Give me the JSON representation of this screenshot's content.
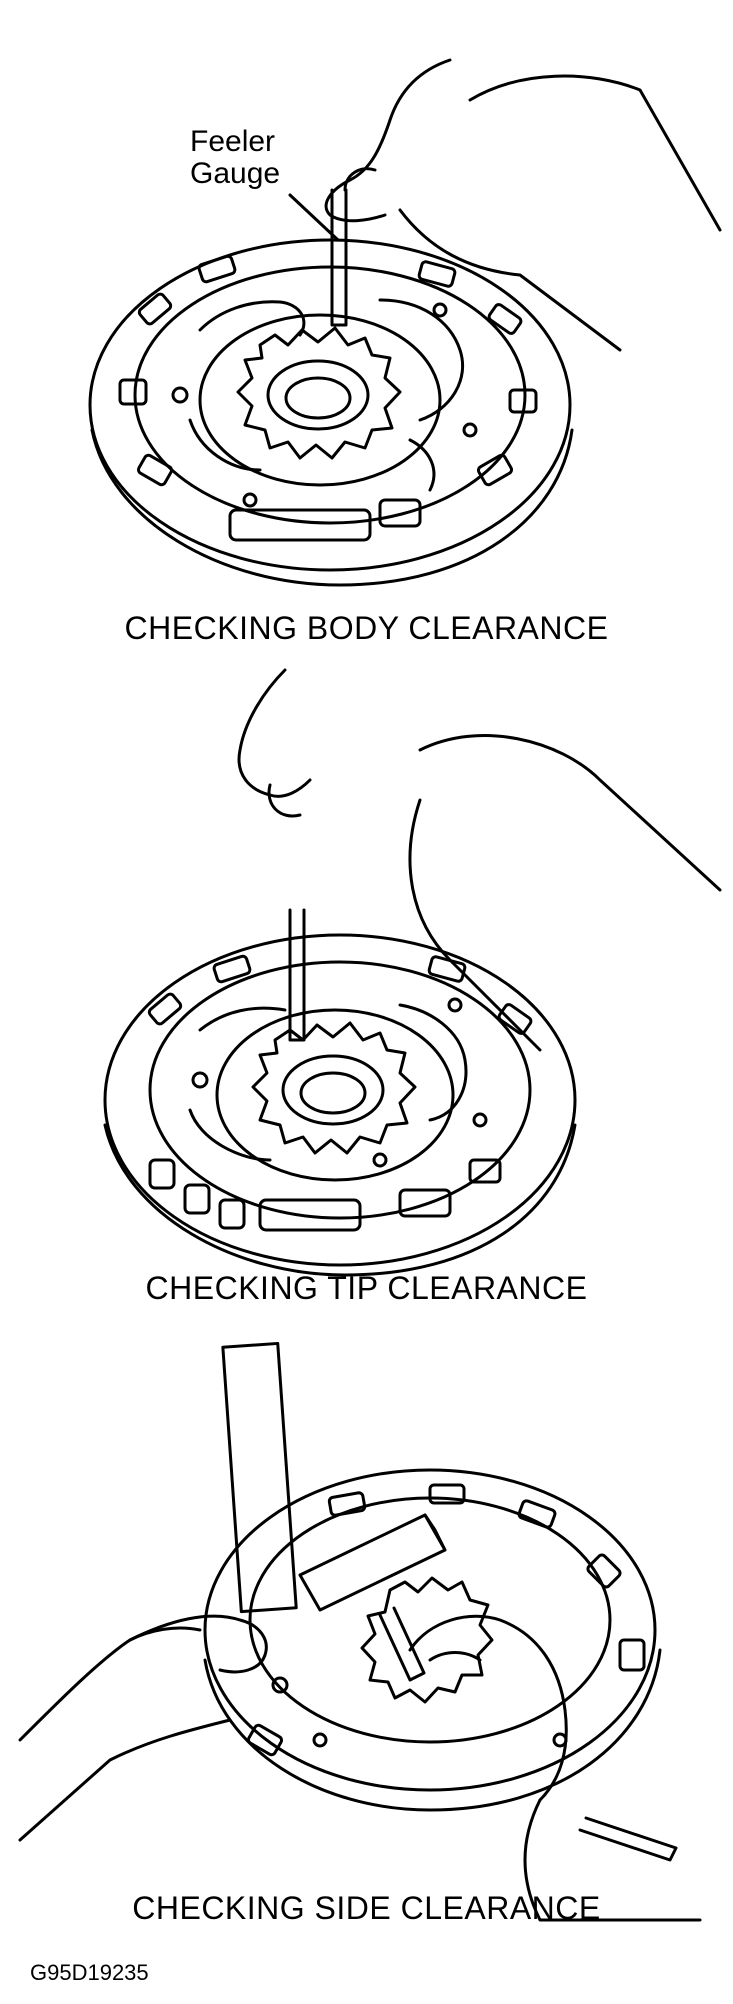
{
  "panels": [
    {
      "caption": "CHECKING BODY CLEARANCE",
      "callout": {
        "line1": "Feeler",
        "line2": "Gauge"
      }
    },
    {
      "caption": "CHECKING TIP CLEARANCE"
    },
    {
      "caption": "CHECKING SIDE CLEARANCE"
    }
  ],
  "figure_id": "G95D19235",
  "colors": {
    "ink": "#000000",
    "paper": "#ffffff"
  }
}
